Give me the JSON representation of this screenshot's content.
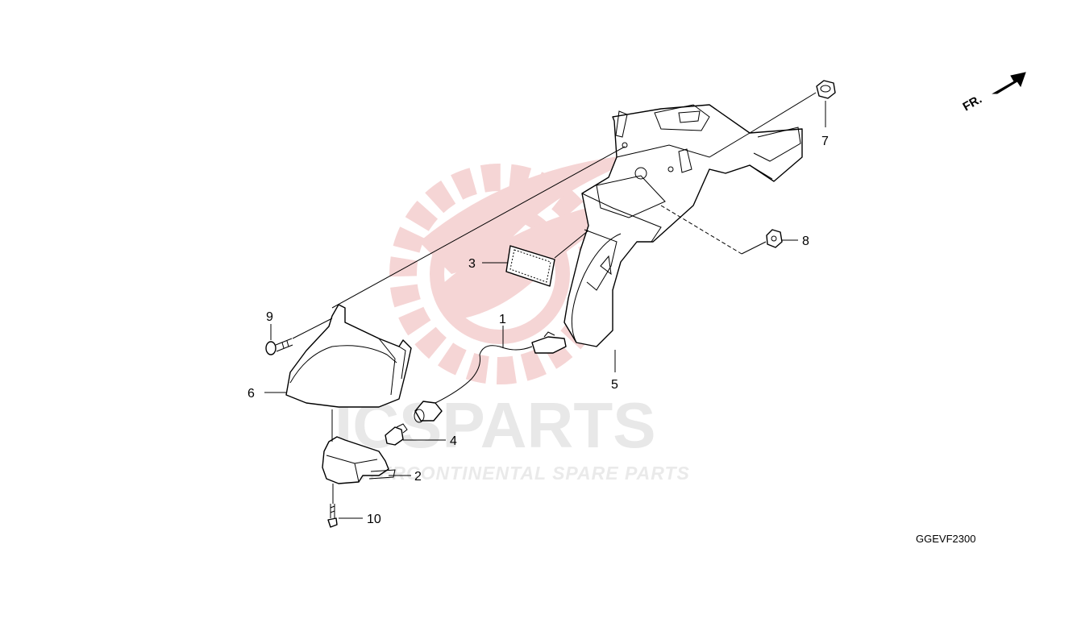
{
  "diagram": {
    "code": "GGEVF2300",
    "direction_label": "FR.",
    "watermark": {
      "logo_text": "ICSPARTS",
      "tagline": "INTERCONTINENTAL SPARE PARTS"
    },
    "callouts": [
      {
        "id": "1",
        "label": "1"
      },
      {
        "id": "2",
        "label": "2"
      },
      {
        "id": "3",
        "label": "3"
      },
      {
        "id": "4",
        "label": "4"
      },
      {
        "id": "5",
        "label": "5"
      },
      {
        "id": "6",
        "label": "6"
      },
      {
        "id": "7",
        "label": "7"
      },
      {
        "id": "8",
        "label": "8"
      },
      {
        "id": "9",
        "label": "9"
      },
      {
        "id": "10",
        "label": "10"
      }
    ],
    "colors": {
      "line": "#000000",
      "watermark_red": "#f5d5d5",
      "watermark_grey": "#e8e8e8"
    }
  }
}
